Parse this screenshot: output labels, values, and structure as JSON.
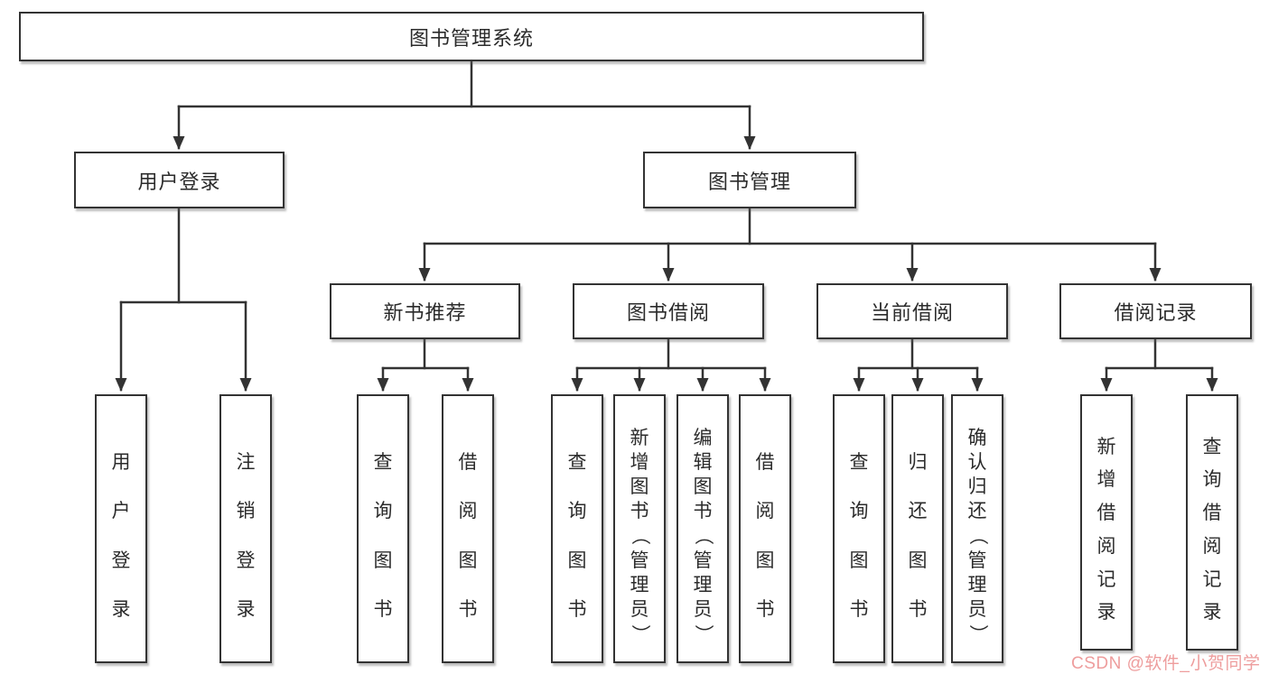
{
  "title": {
    "root": "图书管理系统"
  },
  "colors": {
    "line": "#333333",
    "border": "#333333",
    "text": "#2b2b2b",
    "background": "#ffffff",
    "watermark": "#ee9d9d"
  },
  "watermark": {
    "text": "CSDN @软件_小贺同学"
  },
  "tree": {
    "branches": [
      {
        "label": "用户登录",
        "children": [
          {
            "label": "用户登录"
          },
          {
            "label": "注销登录"
          }
        ]
      },
      {
        "label": "图书管理",
        "groups": [
          {
            "label": "新书推荐",
            "children": [
              {
                "label": "查询图书"
              },
              {
                "label": "借阅图书"
              }
            ]
          },
          {
            "label": "图书借阅",
            "children": [
              {
                "label": "查询图书"
              },
              {
                "label": "新增图书（管理员）"
              },
              {
                "label": "编辑图书（管理员）"
              },
              {
                "label": "借阅图书"
              }
            ]
          },
          {
            "label": "当前借阅",
            "children": [
              {
                "label": "查询图书"
              },
              {
                "label": "归还图书"
              },
              {
                "label": "确认归还（管理员）"
              }
            ]
          },
          {
            "label": "借阅记录",
            "children": [
              {
                "label": "新增借阅记录"
              },
              {
                "label": "查询借阅记录"
              }
            ]
          }
        ]
      }
    ]
  }
}
